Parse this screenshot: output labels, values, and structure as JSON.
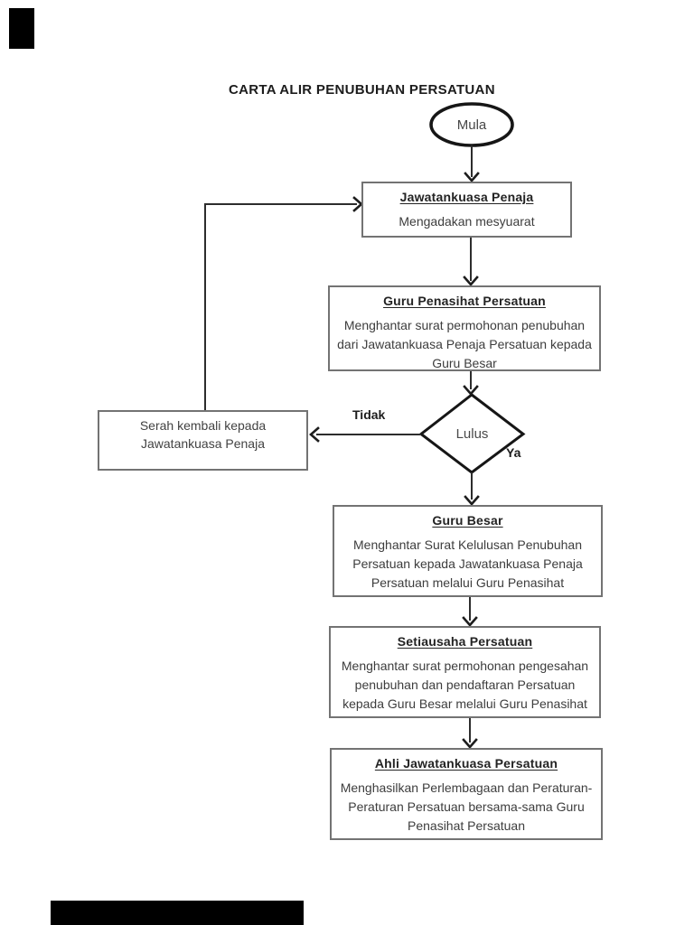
{
  "page": {
    "title": "CARTA ALIR PENUBUHAN PERSATUAN",
    "background_color": "#ffffff",
    "ink_color": "#1c1c1c",
    "box_border_color": "#737373",
    "shape_stroke_color": "#161616"
  },
  "flowchart": {
    "start_label": "Mula",
    "nodes": [
      {
        "title": "Jawatankuasa Penaja",
        "body": "Mengadakan mesyuarat"
      },
      {
        "title": "Guru Penasihat Persatuan",
        "body": "Menghantar surat permohonan penubuhan\ndari Jawatankuasa Penaja Persatuan kepada\nGuru Besar"
      },
      {
        "title": "Guru Besar",
        "body": "Menghantar Surat Kelulusan Penubuhan\nPersatuan kepada Jawatankuasa Penaja\nPersatuan melalui Guru Penasihat"
      },
      {
        "title": "Setiausaha Persatuan",
        "body": "Menghantar surat permohonan pengesahan\npenubuhan dan pendaftaran Persatuan\nkepada Guru Besar melalui Guru Penasihat"
      },
      {
        "title": "Ahli Jawatankuasa Persatuan",
        "body": "Menghasilkan Perlembagaan dan Peraturan-\nPeraturan Persatuan bersama-sama Guru\nPenasihat Persatuan"
      }
    ],
    "reject": {
      "body": "Serah kembali kepada\nJawatankuasa Penaja"
    },
    "decision": {
      "label": "Lulus",
      "no_label": "Tidak",
      "yes_label": "Ya"
    }
  }
}
